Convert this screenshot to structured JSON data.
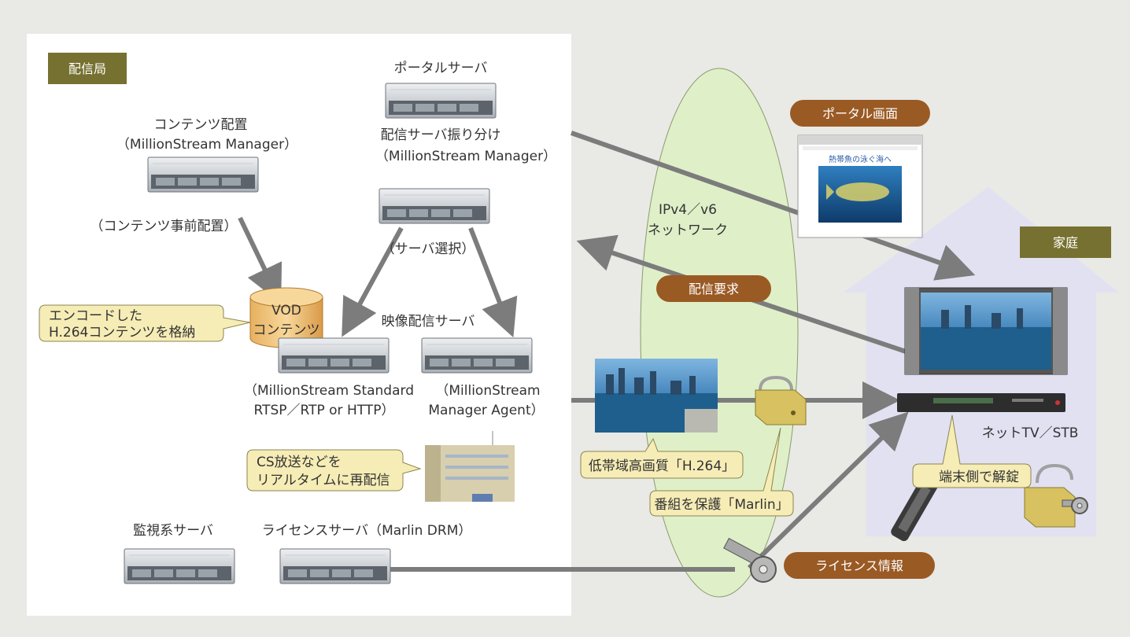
{
  "station": {
    "label": "配信局"
  },
  "home": {
    "label": "家庭"
  },
  "portal_server": {
    "label": "ポータルサーバ",
    "caption_line1": "配信サーバ振り分け",
    "caption_line2": "（MillionStream Manager）"
  },
  "content_placement": {
    "label_line1": "コンテンツ配置",
    "label_line2": "（MillionStream Manager）",
    "sub_label": "（コンテンツ事前配置）"
  },
  "server_selection": {
    "label": "（サーバ選択）"
  },
  "vod": {
    "label_line1": "VOD",
    "label_line2": "コンテンツ"
  },
  "encode_callout": {
    "line1": "エンコードした",
    "line2": "H.264コンテンツを格納"
  },
  "video_servers": {
    "label": "映像配信サーバ",
    "standard_line1": "（MillionStream Standard",
    "standard_line2": "RTSP／RTP or HTTP）",
    "agent_line1": "（MillionStream",
    "agent_line2": "Manager Agent）"
  },
  "cs_callout": {
    "line1": "CS放送などを",
    "line2": "リアルタイムに再配信"
  },
  "monitor_server": {
    "label": "監視系サーバ"
  },
  "license_server": {
    "label": "ライセンスサーバ（Marlin DRM）"
  },
  "network": {
    "line1": "IPv4／v6",
    "line2": "ネットワーク"
  },
  "badges": {
    "portal_screen": "ポータル画面",
    "delivery_request": "配信要求",
    "license_info": "ライセンス情報"
  },
  "portal_page": {
    "title": "熱帯魚の泳ぐ海へ"
  },
  "callouts": {
    "h264": "低帯域高画質「H.264」",
    "marlin": "番組を保護「Marlin」",
    "unlock": "端末側で解錠"
  },
  "stb": {
    "label": "ネットTV／STB"
  },
  "colors": {
    "label_green": "#767130",
    "badge_brown": "#9a5a24",
    "callout_fill": "#f6ecb6",
    "ellipse": "#dff0c8",
    "house": "#e2e1f2",
    "arrow": "#7c7c7c"
  }
}
